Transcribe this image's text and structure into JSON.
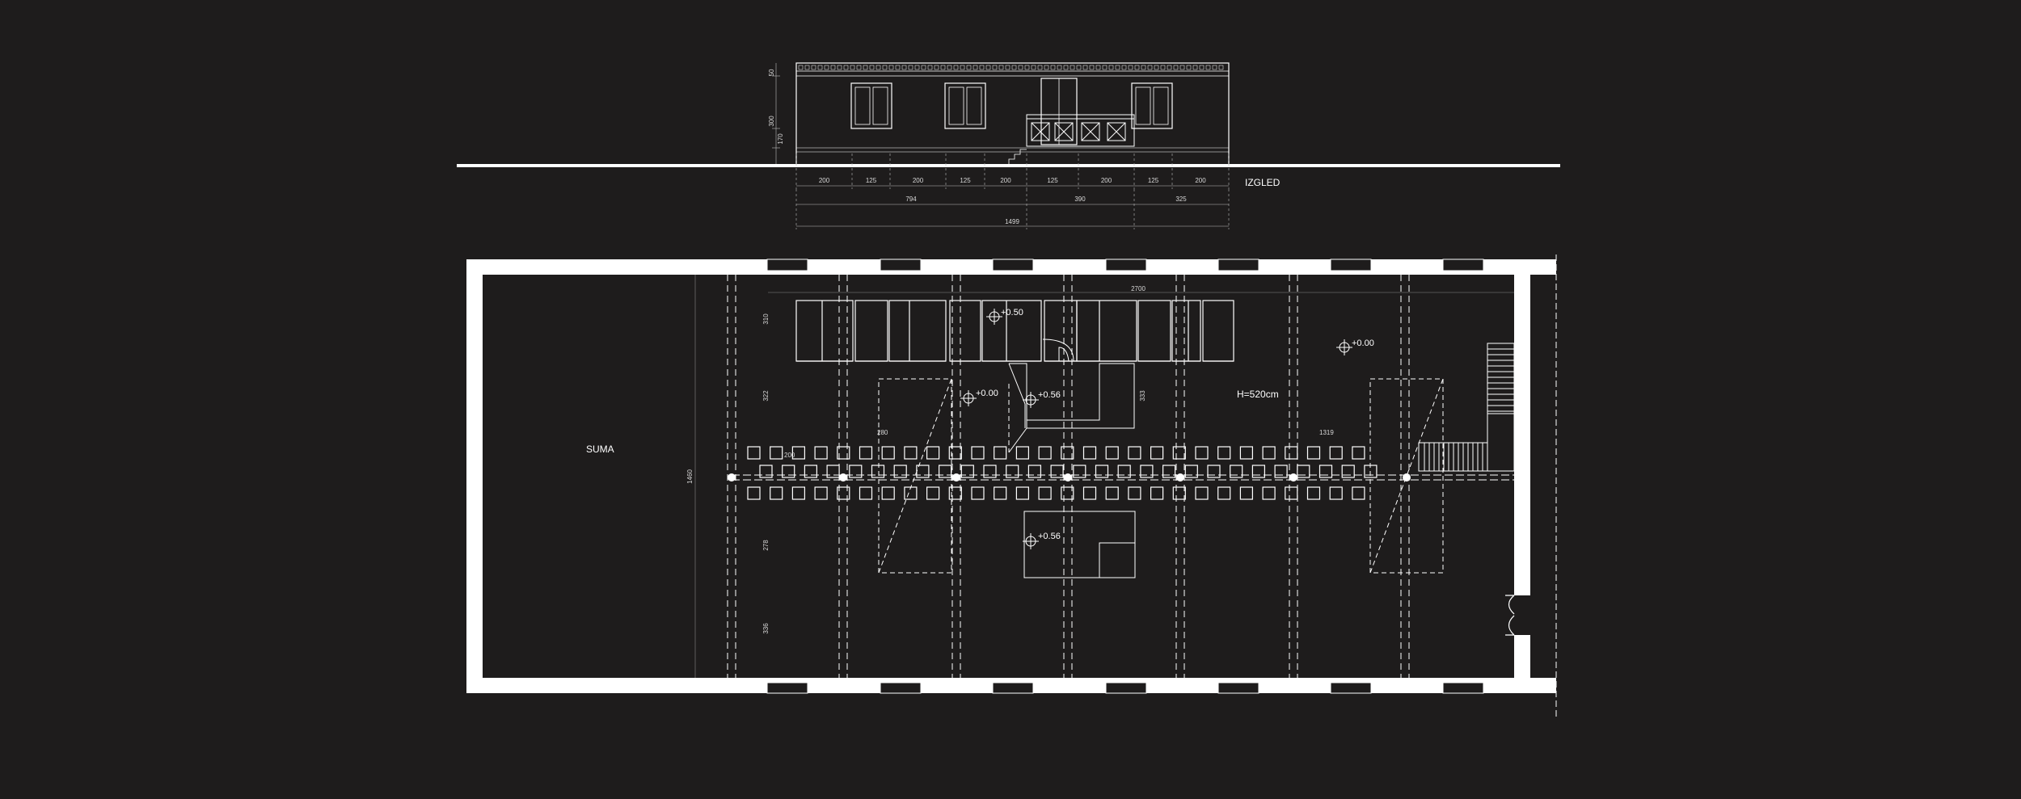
{
  "elevation": {
    "label": "IZGLED",
    "dims_row1": [
      "200",
      "125",
      "200",
      "125",
      "200",
      "125",
      "200",
      "125",
      "200"
    ],
    "dims_row2": [
      "794",
      "390",
      "325"
    ],
    "dim_total": "1499",
    "vertical_dims": [
      "50",
      "300",
      "170"
    ]
  },
  "plan": {
    "room_label": "SUMA",
    "height_label": "H=520cm",
    "levels": [
      "+0.50",
      "+0.00",
      "+0.56",
      "+0.00",
      "+0.56"
    ],
    "top_dim": "2700",
    "width_dim": "1460",
    "left_dims": [
      "310",
      "322",
      "278",
      "336"
    ],
    "small_dims": [
      "200",
      "280",
      "1319",
      "333"
    ]
  },
  "colors": {
    "background": "#1e1c1c",
    "line": "#ffffff",
    "wall": "#ffffff"
  }
}
